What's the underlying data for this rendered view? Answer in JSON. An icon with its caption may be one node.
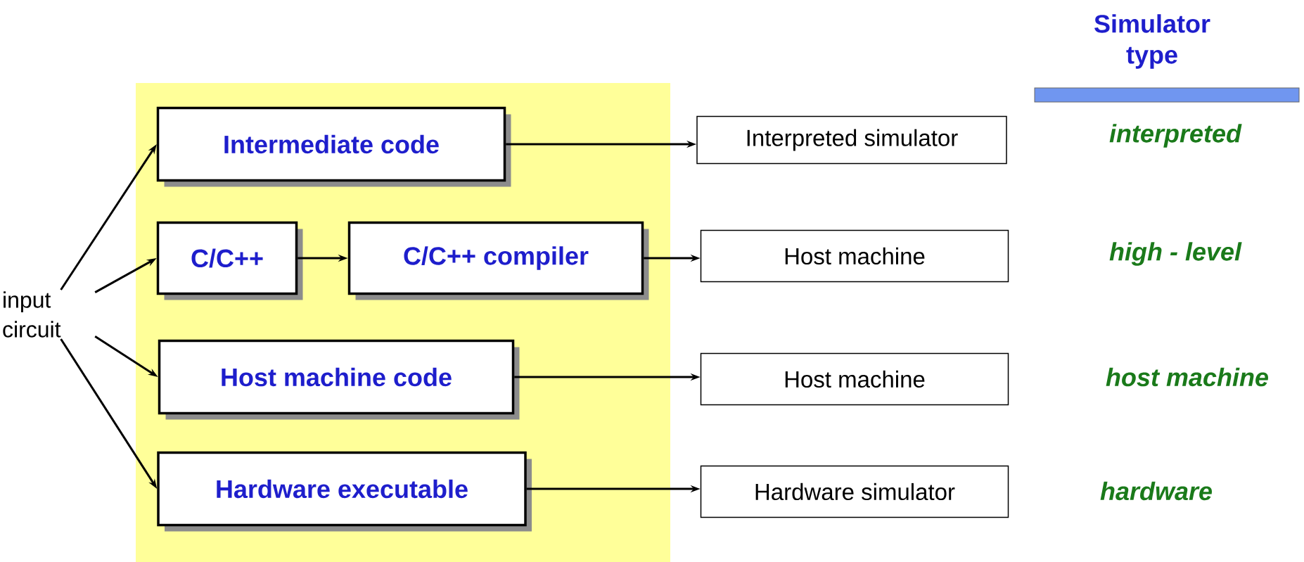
{
  "diagram": {
    "nodes": [
      {
        "text": [
          "input circuit"
        ]
      },
      {
        "text": [
          "Intermediate code"
        ]
      },
      {
        "text": [
          "C/C++"
        ]
      },
      {
        "text": [
          "C/C++ compiler"
        ]
      },
      {
        "text": [
          "Host machine code"
        ]
      },
      {
        "text": [
          "Hardware executable"
        ]
      },
      {
        "text": [
          "Interpreted simulator"
        ]
      },
      {
        "text": [
          "Host machine"
        ]
      },
      {
        "text": [
          "Host machine"
        ]
      },
      {
        "text": [
          "Hardware simulator"
        ]
      }
    ],
    "edges": [
      {
        "from": 0,
        "to": 1,
        "arrow": "to"
      },
      {
        "from": 0,
        "to": 2,
        "arrow": "to"
      },
      {
        "from": 0,
        "to": 4,
        "arrow": "to"
      },
      {
        "from": 0,
        "to": 5,
        "arrow": "to"
      },
      {
        "from": 1,
        "to": 6,
        "arrow": "to"
      },
      {
        "from": 2,
        "to": 3,
        "arrow": "to"
      },
      {
        "from": 3,
        "to": 7,
        "arrow": "to"
      },
      {
        "from": 4,
        "to": 8,
        "arrow": "to"
      },
      {
        "from": 5,
        "to": 9,
        "arrow": "to"
      }
    ],
    "labels": [
      "Simulator type",
      "interpreted",
      "high - level",
      "host machine",
      "hardware"
    ]
  }
}
